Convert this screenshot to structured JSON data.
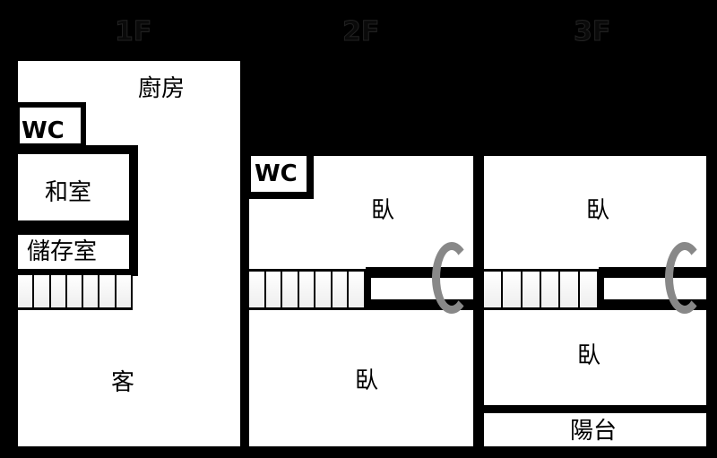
{
  "floors": [
    {
      "label": "1F",
      "rooms": {
        "kitchen": "廚房",
        "wc": "WC",
        "tatami": "和室",
        "storage": "儲存室",
        "living": "客"
      }
    },
    {
      "label": "2F",
      "rooms": {
        "wc": "WC",
        "bedroom_top": "臥",
        "bedroom_bottom": "臥"
      }
    },
    {
      "label": "3F",
      "rooms": {
        "bedroom_top": "臥",
        "bedroom_bottom": "臥",
        "balcony": "陽台"
      }
    }
  ]
}
